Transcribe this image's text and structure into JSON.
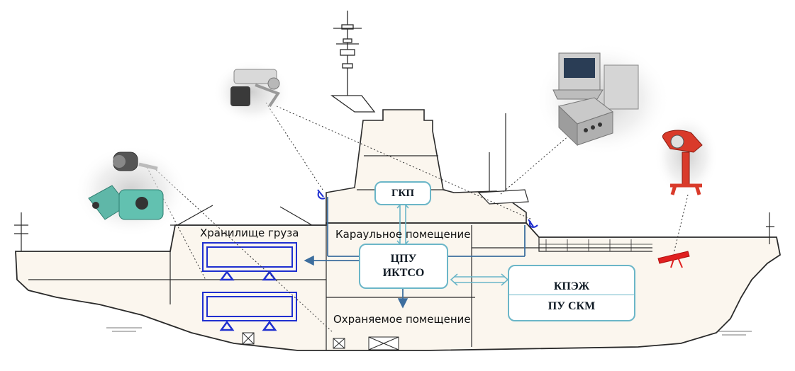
{
  "rooms": {
    "cargo": "Хранилище груза",
    "guard": "Караульное помещение",
    "protected": "Охраняемое помещение"
  },
  "nodes": {
    "gkp": "ГКП",
    "cpu_line1": "ЦПУ",
    "cpu_line2": "ИКТСО",
    "kpezh": "КПЭЖ",
    "pu_skm": "ПУ СКМ"
  },
  "colors": {
    "hull_fill": "#fbf6ee",
    "hull_stroke": "#2a2a2a",
    "box_border": "#6bb6c8",
    "arrow_blue": "#3d6e9e",
    "frame_blue": "#1f2fd0",
    "nozzle_red": "#e02020"
  },
  "icons": [
    "camera-icon",
    "sensor-icon",
    "control-console-icon",
    "fire-monitor-icon",
    "vibration-sensor-icon"
  ]
}
